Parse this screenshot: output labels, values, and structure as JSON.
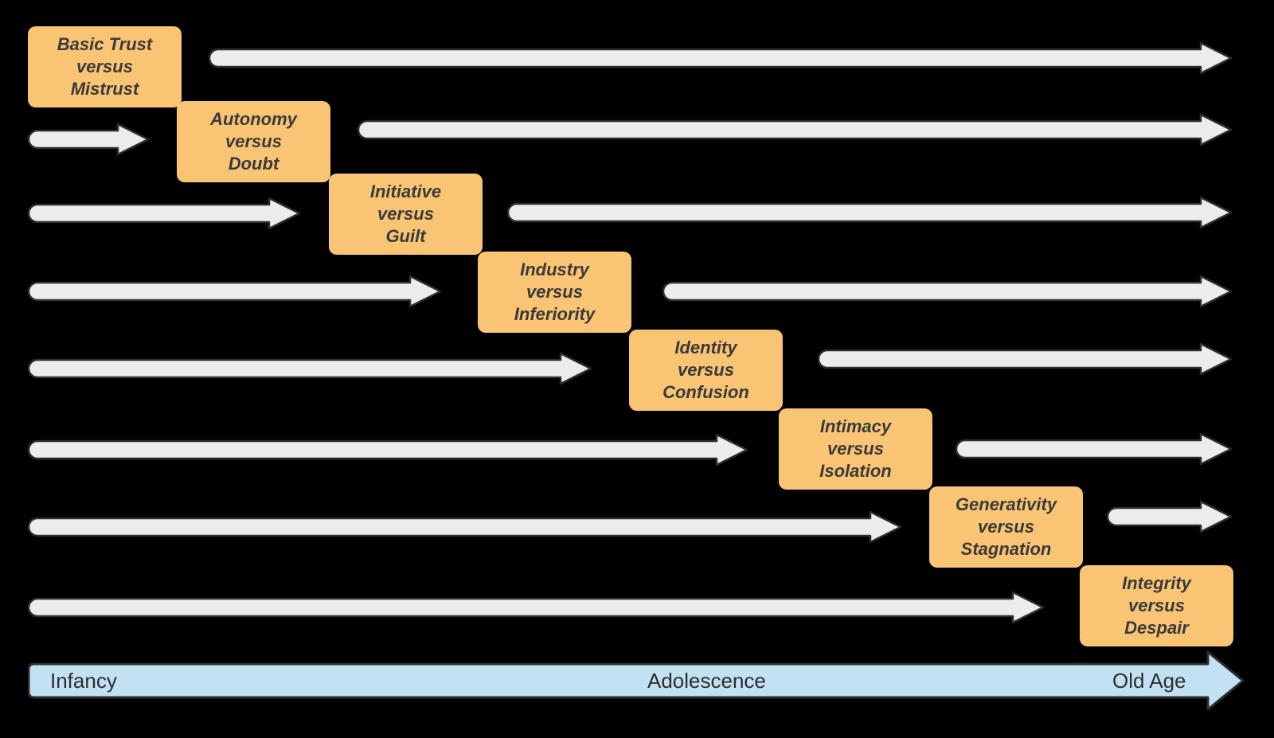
{
  "colors": {
    "background": "#000000",
    "stage_box_fill": "#F9C474",
    "stage_box_text": "#3A3A3A",
    "arrow_fill": "#ECECEC",
    "arrow_stroke": "#2D2D2D",
    "timeline_fill": "#C2E2F4",
    "timeline_stroke": "#2D2D2D",
    "timeline_text": "#2D2D2D"
  },
  "stages": [
    {
      "lines": [
        "Basic Trust",
        "versus",
        "Mistrust"
      ]
    },
    {
      "lines": [
        "Autonomy",
        "versus",
        "Doubt"
      ]
    },
    {
      "lines": [
        "Initiative",
        "versus",
        "Guilt"
      ]
    },
    {
      "lines": [
        "Industry",
        "versus",
        "Inferiority"
      ]
    },
    {
      "lines": [
        "Identity",
        "versus",
        "Confusion"
      ]
    },
    {
      "lines": [
        "Intimacy",
        "versus",
        "Isolation"
      ]
    },
    {
      "lines": [
        "Generativity",
        "versus",
        "Stagnation"
      ]
    },
    {
      "lines": [
        "Integrity",
        "versus",
        "Despair"
      ]
    }
  ],
  "timeline": {
    "labels": [
      "Infancy",
      "Adolescence",
      "Old Age"
    ]
  }
}
